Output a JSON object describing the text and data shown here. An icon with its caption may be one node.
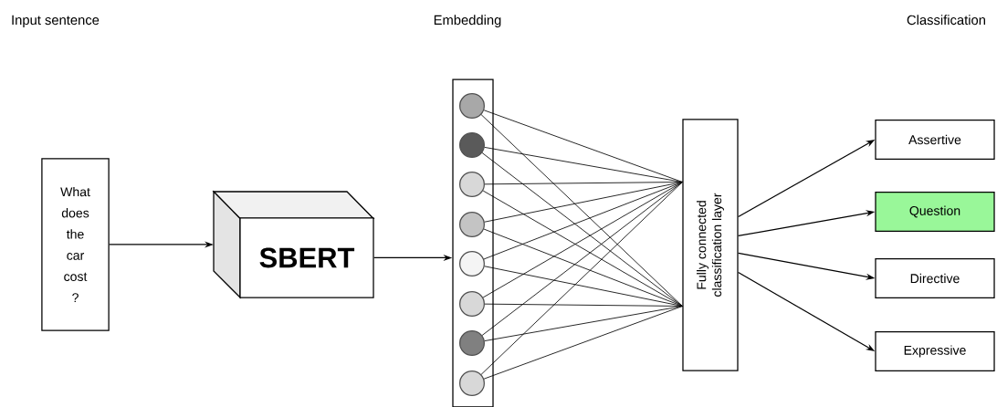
{
  "diagram": {
    "nodes": [
      {
        "text": [
          "What does the car cost ?"
        ]
      },
      {
        "text": [
          "SBERT"
        ]
      },
      {
        "text": [],
        "shape": "bar"
      },
      {
        "text": [],
        "shape": "circle",
        "in": 2
      },
      {
        "text": [],
        "shape": "circle",
        "in": 2
      },
      {
        "text": [],
        "shape": "circle",
        "in": 2
      },
      {
        "text": [],
        "shape": "circle",
        "in": 2
      },
      {
        "text": [],
        "shape": "circle",
        "in": 2
      },
      {
        "text": [],
        "shape": "circle",
        "in": 2
      },
      {
        "text": [],
        "shape": "circle",
        "in": 2
      },
      {
        "text": [],
        "shape": "circle",
        "in": 2
      },
      {
        "text": [
          "Fully connected classification layer"
        ]
      },
      {
        "text": [
          "Assertive"
        ]
      },
      {
        "text": [
          "Question"
        ]
      },
      {
        "text": [
          "Directive"
        ]
      },
      {
        "text": [
          "Expressive"
        ]
      }
    ],
    "edges": [
      {
        "from": 0,
        "to": 1,
        "arrow": "to"
      },
      {
        "from": 1,
        "to": 2,
        "arrow": "to"
      },
      {
        "from": 3,
        "to": 11,
        "arrow": "none"
      },
      {
        "from": 3,
        "to": 11,
        "arrow": "none"
      },
      {
        "from": 4,
        "to": 11,
        "arrow": "none"
      },
      {
        "from": 4,
        "to": 11,
        "arrow": "none"
      },
      {
        "from": 5,
        "to": 11,
        "arrow": "none"
      },
      {
        "from": 5,
        "to": 11,
        "arrow": "none"
      },
      {
        "from": 6,
        "to": 11,
        "arrow": "none"
      },
      {
        "from": 6,
        "to": 11,
        "arrow": "none"
      },
      {
        "from": 7,
        "to": 11,
        "arrow": "none"
      },
      {
        "from": 7,
        "to": 11,
        "arrow": "none"
      },
      {
        "from": 8,
        "to": 11,
        "arrow": "none"
      },
      {
        "from": 8,
        "to": 11,
        "arrow": "none"
      },
      {
        "from": 9,
        "to": 11,
        "arrow": "none"
      },
      {
        "from": 9,
        "to": 11,
        "arrow": "none"
      },
      {
        "from": 10,
        "to": 11,
        "arrow": "none"
      },
      {
        "from": 10,
        "to": 11,
        "arrow": "none"
      },
      {
        "from": 11,
        "to": 12,
        "arrow": "to"
      },
      {
        "from": 11,
        "to": 13,
        "arrow": "to"
      },
      {
        "from": 11,
        "to": 14,
        "arrow": "to"
      },
      {
        "from": 11,
        "to": 15,
        "arrow": "to"
      }
    ],
    "labels": [
      "Input sentence",
      "Embedding",
      "Classification"
    ]
  }
}
